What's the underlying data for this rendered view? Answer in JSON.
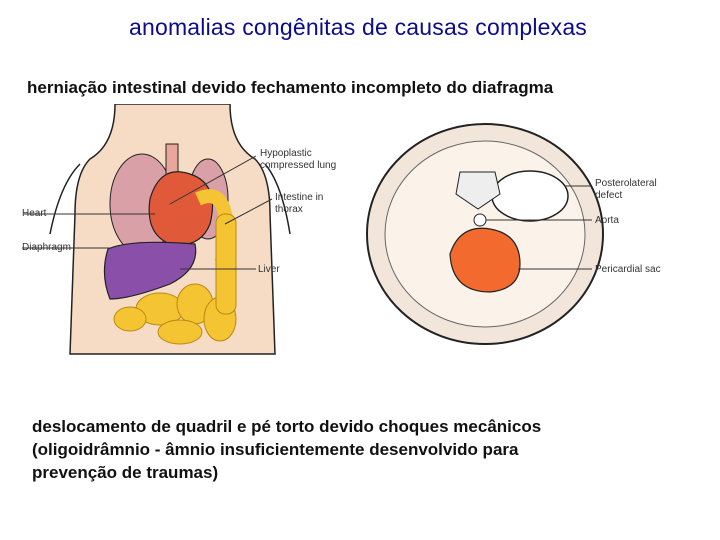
{
  "slide": {
    "title": "anomalias congênitas de causas complexas",
    "subtitle": "herniação intestinal devido fechamento incompleto do diafragma",
    "caption_lines": [
      "deslocamento de quadril e pé torto devido choques mecânicos",
      "(oligoidrâmnio - âmnio insuficientemente desenvolvido para",
      "prevenção de traumas)"
    ]
  },
  "figure": {
    "labels": {
      "hypoplastic_lung_1": "Hypoplastic",
      "hypoplastic_lung_2": "compressed lung",
      "intestine_1": "Intestine in",
      "intestine_2": "thorax",
      "heart": "Heart",
      "diaphragm": "Diaphragm",
      "liver": "Liver",
      "posterolateral_1": "Posterolateral",
      "posterolateral_2": "defect",
      "aorta": "Aorta",
      "pericardial": "Pericardial sac"
    },
    "colors": {
      "lung": "#d9a0a8",
      "heart": "#e05a3a",
      "liver": "#8a4fa8",
      "intestine": "#f5c432",
      "pericardial": "#f26a2e",
      "skin": "#f6dcc4",
      "title": "#0b0b8c"
    }
  }
}
